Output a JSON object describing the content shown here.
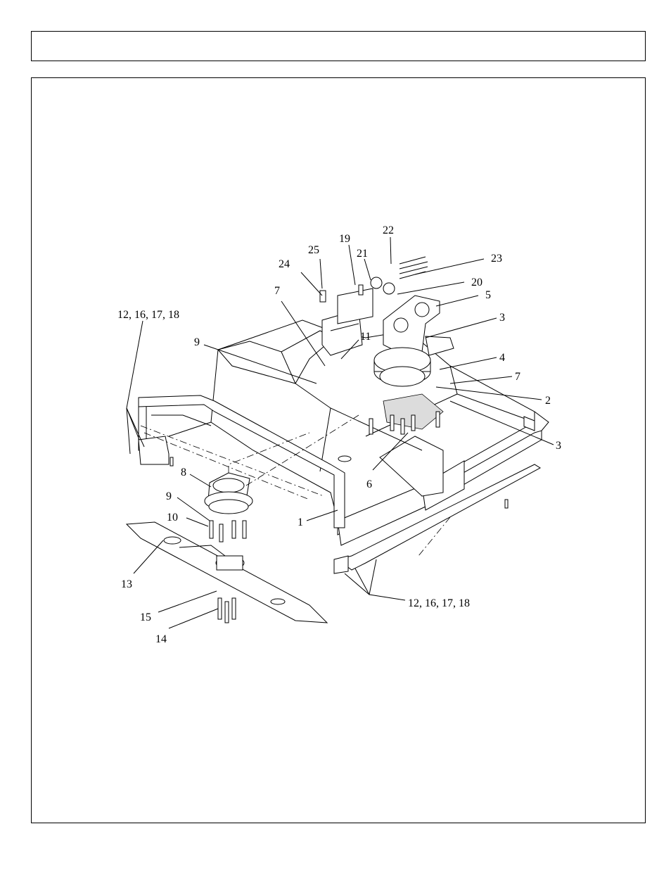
{
  "header": {
    "title": ""
  },
  "diagram": {
    "callouts": [
      {
        "id": "c22",
        "text": "22"
      },
      {
        "id": "c25",
        "text": "25"
      },
      {
        "id": "c19",
        "text": "19"
      },
      {
        "id": "c21",
        "text": "21"
      },
      {
        "id": "c23",
        "text": "23"
      },
      {
        "id": "c24",
        "text": "24"
      },
      {
        "id": "c20",
        "text": "20"
      },
      {
        "id": "c7a",
        "text": "7"
      },
      {
        "id": "c5",
        "text": "5"
      },
      {
        "id": "c3a",
        "text": "3"
      },
      {
        "id": "c12a",
        "text": "12, 16, 17, 18"
      },
      {
        "id": "c9a",
        "text": "9"
      },
      {
        "id": "c11",
        "text": "11"
      },
      {
        "id": "c4",
        "text": "4"
      },
      {
        "id": "c7b",
        "text": "7"
      },
      {
        "id": "c2",
        "text": "2"
      },
      {
        "id": "c3b",
        "text": "3"
      },
      {
        "id": "c6",
        "text": "6"
      },
      {
        "id": "c8",
        "text": "8"
      },
      {
        "id": "c9b",
        "text": "9"
      },
      {
        "id": "c10",
        "text": "10"
      },
      {
        "id": "c1",
        "text": "1"
      },
      {
        "id": "c13",
        "text": "13"
      },
      {
        "id": "c15",
        "text": "15"
      },
      {
        "id": "c14",
        "text": "14"
      },
      {
        "id": "c12b",
        "text": "12, 16, 17, 18"
      }
    ]
  }
}
